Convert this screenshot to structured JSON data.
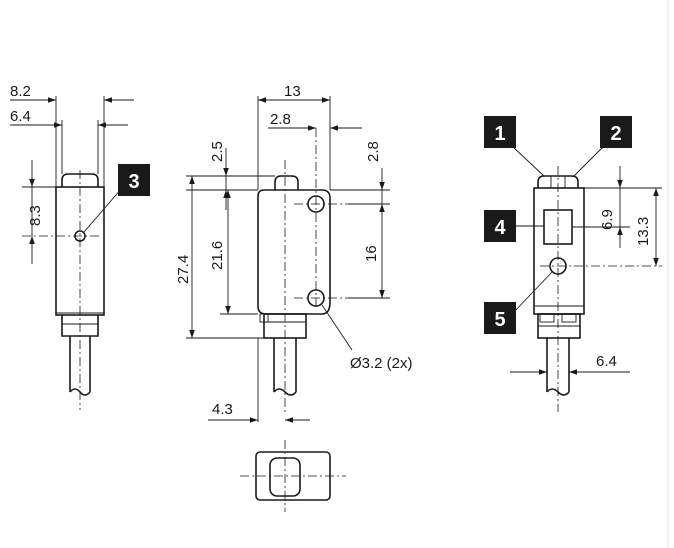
{
  "dimensions": {
    "left_view": {
      "top_width": "8.2",
      "inner_width": "6.4",
      "hole_offset": "8.3"
    },
    "front_view": {
      "width": "13",
      "hole_x": "2.8",
      "tab_height": "2.5",
      "hole_top": "2.8",
      "overall_height": "27.4",
      "body_height": "21.6",
      "hole_spacing": "16",
      "hole_note": "Ø3.2 (2x)",
      "cable_offset": "4.3"
    },
    "right_view": {
      "window_height": "6.9",
      "led_offset": "13.3",
      "cable_width": "6.4"
    }
  },
  "callouts": [
    "1",
    "2",
    "3",
    "4",
    "5"
  ]
}
